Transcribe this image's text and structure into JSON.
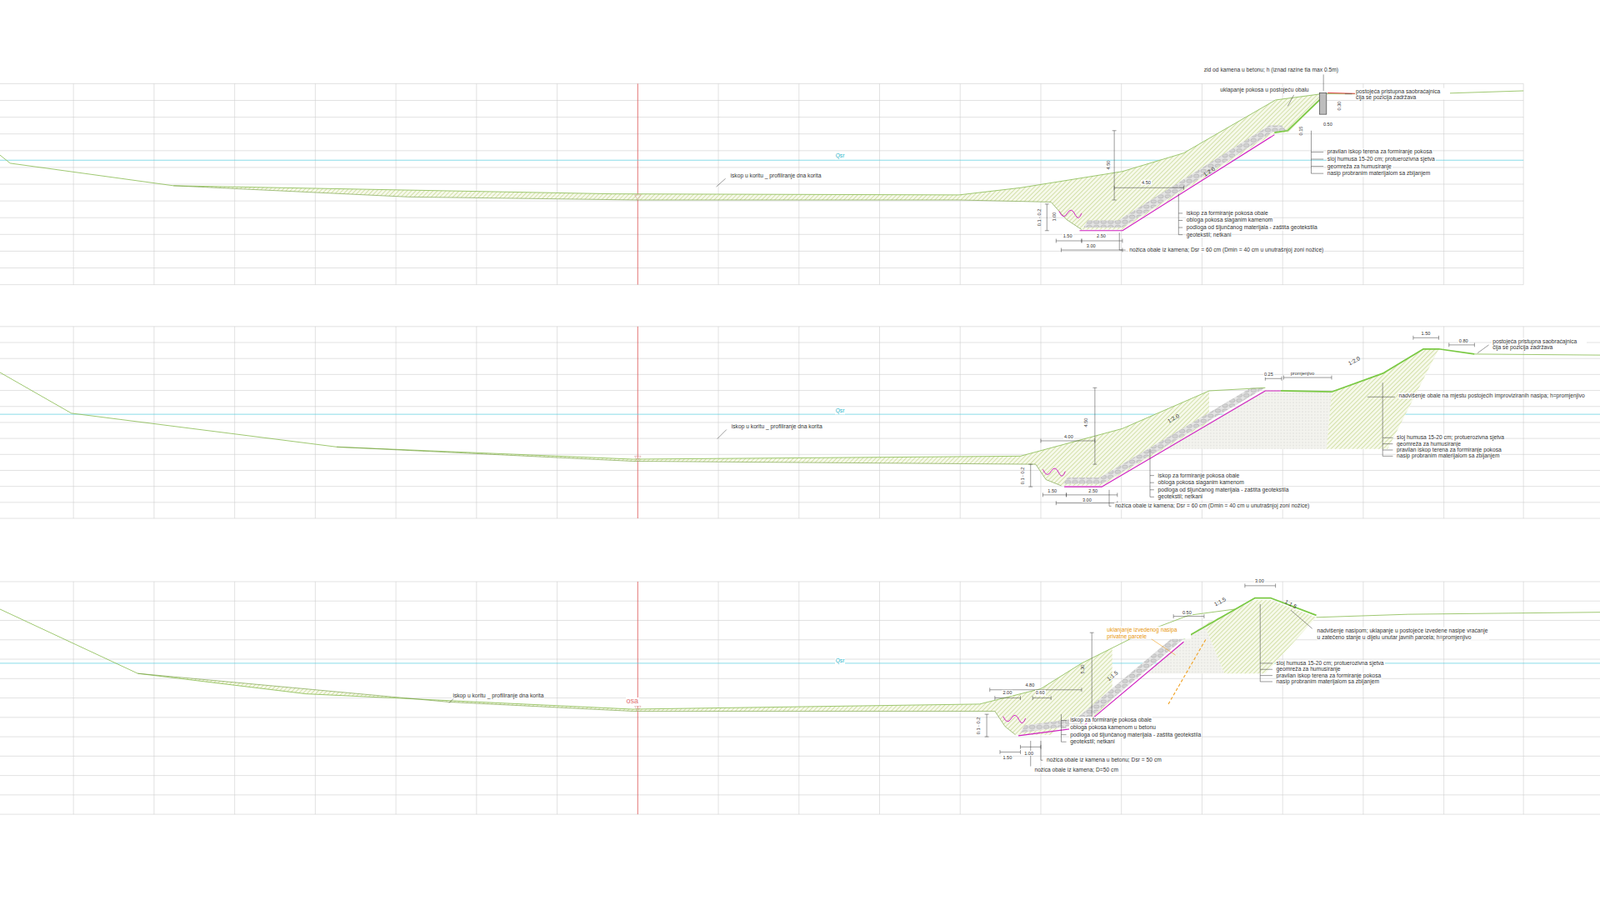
{
  "diagram": {
    "labels": [
      "zid od kamena u betonu; h (iznad razine tla max 0.5m)",
      "uklapanje pokosa u postojeću obalu",
      "postojeća pristupna saobraćajnica čija se pozicija zadržava",
      "Qsr",
      "iskop u koritu _ profiliranje dna korita",
      "pravilan iskop terena za formiranje pokosa",
      "sloj humusa 15-20 cm; protuerozivna sjetva",
      "geomreža za humusiranje",
      "nasip probranim materijalom sa zbijanjem",
      "iskop za formiranje pokosa obale",
      "obloga pokosa slaganim kamenom",
      "podloga od šljunčanog materijala - zaštita geotekstila",
      "geotekstil; netkani",
      "nožica obale iz kamena; Dsr = 60 cm (Dmin = 40 cm u unutrašnjoj zoni nožice)",
      "1:2.0",
      "4.50",
      "4.50",
      "1.50",
      "2.50",
      "3.00",
      "0.1 - 0.2",
      "1.00",
      "0.15",
      "0.50",
      "0.30",
      "1.50",
      "0.80",
      "postojeća pristupna saobraćajnica čija se pozicija zadržava",
      "1:2.0",
      "promjenjivo",
      "0.25",
      "nadvišenje obale na mjestu postojećih improviziranih nasipa; h=promjenjivo",
      "Qsr",
      "iskop u koritu _ profiliranje dna korita",
      "1:2.0",
      "4.50",
      "4.00",
      "sloj humusa 15-20 cm; protuerozivna sjetva",
      "geomreža za humusiranje",
      "pravilan iskop terena za formiranje pokosa",
      "nasip probranim materijalom sa zbijanjem",
      "0.1 - 0.2",
      "iskop za formiranje pokosa obale",
      "obloga pokosa slaganim kamenom",
      "podloga od šljunčanog materijala - zaštita geotekstila",
      "geotekstil; netkani",
      "1.50",
      "2.50",
      "3.00",
      "nožica obale iz kamena; Dsr = 60 cm (Dmin = 40 cm u unutrašnjoj zoni nožice)",
      "3.00",
      "0.50",
      "1:1.5",
      "1:1.5",
      "uklanjanje izvedenog nasipa privatne parcele",
      "nadvišenje nasipom; uklapanje u postojeće izvedene nasipe vraćanje u zatečeno stanje u dijelu unutar javnih parcela; h=promjenjivo",
      "5.30",
      "Qsr",
      "sloj humusa 15-20 cm; protuerozivna sjetva",
      "geomreža za humusiranje",
      "pravilan iskop terena za formiranje pokosa",
      "nasip probranim materijalom sa zbijanjem",
      "1:1.5",
      "4.80",
      "iskop u koritu _ profiliranje dna korita",
      "osa",
      "2.00",
      "0.60",
      "0.1 - 0.2",
      "iskop za formiranje pokosa obale",
      "obloga pokosa kamenom u betonu",
      "podloga od šljunčanog materijala - zaštita geotekstila",
      "geotekstil; netkani",
      "1.50",
      "1.00",
      "nožica obale iz kamena u betonu; Dsr = 50 cm",
      "nožica obale iz kamena; D=50 cm"
    ]
  }
}
